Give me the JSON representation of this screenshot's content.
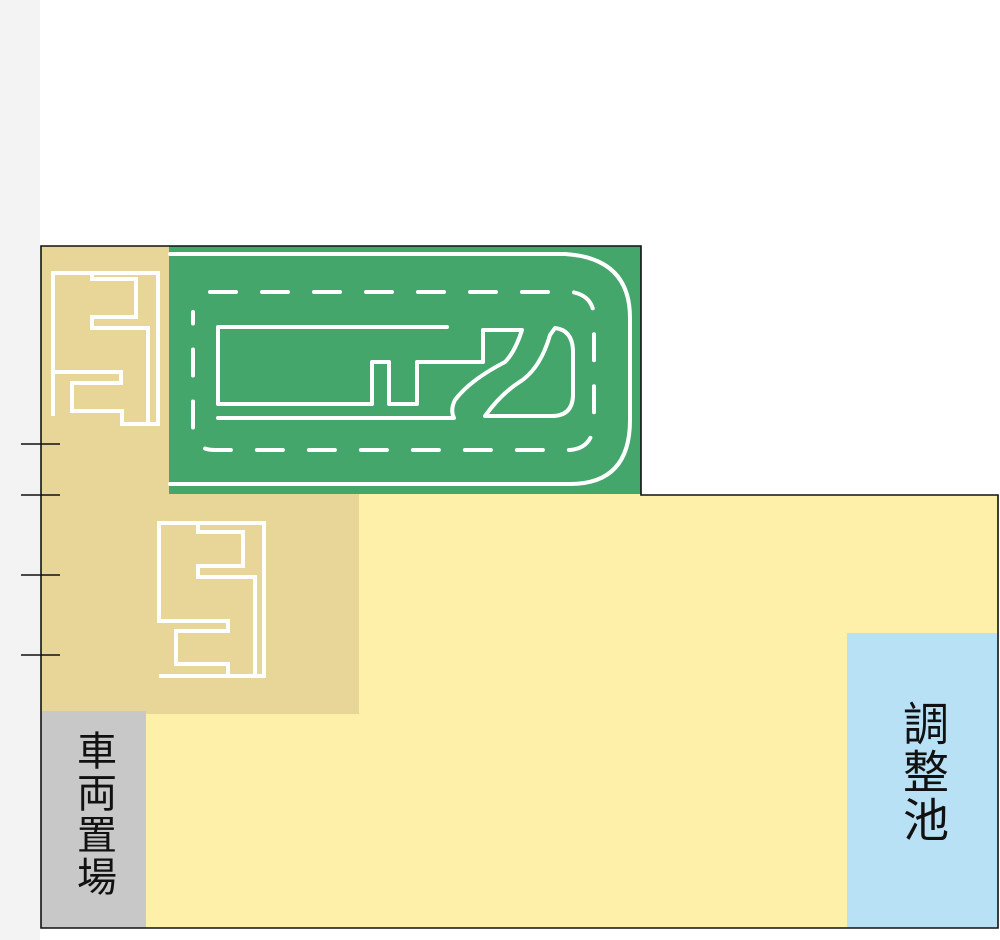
{
  "map": {
    "colors": {
      "site_fill": "#fef0a9",
      "building_zone_fill": "#e8d699",
      "course_fill": "#44a66b",
      "parking_fill": "#c8c8c8",
      "pond_fill": "#b9e1f6",
      "outline": "#111111",
      "line_marking": "#ffffff",
      "margin_strip": "#f3f3f3"
    },
    "areas": [
      {
        "id": "building-zone",
        "label": ""
      },
      {
        "id": "driving-course",
        "label": ""
      },
      {
        "id": "vehicle-parking",
        "label": "車両置場"
      },
      {
        "id": "retention-pond",
        "label": "調整池"
      }
    ],
    "labels": {
      "parking": "車両置場",
      "pond": "調整池"
    },
    "buildings": [
      {
        "id": "building-1"
      },
      {
        "id": "building-2"
      }
    ],
    "boundary_ticks": 4
  }
}
